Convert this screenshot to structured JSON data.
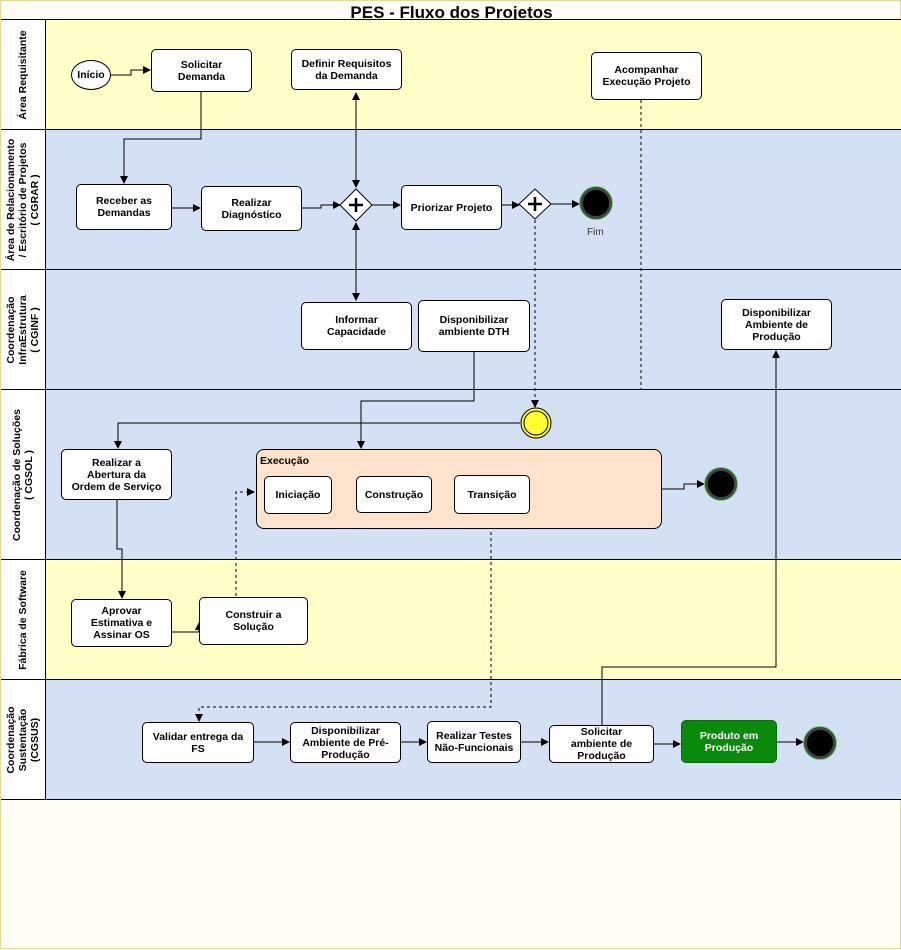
{
  "title": "PES - Fluxo dos Projetos",
  "lanes": [
    {
      "label": "Área Requisitante"
    },
    {
      "label": "Área de Relacionamento\n/ Escritório de Projetos\n( CGRAR )"
    },
    {
      "label": "Coordenação\nInfraEstrutura\n( CGINF )"
    },
    {
      "label": "Coordenação de Soluções\n( CGSOL )"
    },
    {
      "label": "Fábrica de Software"
    },
    {
      "label": "Coordenação\nSustentação\n(CGSUS)"
    }
  ],
  "nodes": {
    "inicio": "Início",
    "solicitar_demanda": "Solicitar\nDemanda",
    "definir_requisitos": "Definir Requisitos\nda Demanda",
    "acompanhar_execucao": "Acompanhar\nExecução Projeto",
    "receber_demandas": "Receber as\nDemandas",
    "realizar_diagnostico": "Realizar\nDiagnóstico",
    "priorizar_projeto": "Priorizar Projeto",
    "fim": "Fim",
    "informar_capacidade": "Informar\nCapacidade",
    "disponibilizar_dth": "Disponibilizar\nambiente DTH",
    "disponibilizar_producao": "Disponibilizar\nAmbiente de\nProdução",
    "abertura_os": "Realizar a\nAbertura da\nOrdem de Serviço",
    "execucao": "Execução",
    "iniciacao": "Iniciação",
    "construcao": "Construção",
    "transicao": "Transição",
    "aprovar_estimativa": "Aprovar\nEstimativa e\nAssinar OS",
    "construir_solucao": "Construir a\nSolução",
    "validar_entrega": "Validar entrega da\nFS",
    "disponibilizar_pre": "Disponibilizar\nAmbiente de Pré-\nProdução",
    "testes_nao_funcionais": "Realizar Testes\nNão-Funcionais",
    "solicitar_ambiente": "Solicitar\nambiente de\nProdução",
    "produto_producao": "Produto em\nProdução"
  },
  "colors": {
    "lane_yellow": "#ffffc8",
    "lane_blue": "#d4e1f5",
    "container": "#ffe3cc",
    "green": "#0a8a0a",
    "intermediate_event": "#ffff33"
  }
}
